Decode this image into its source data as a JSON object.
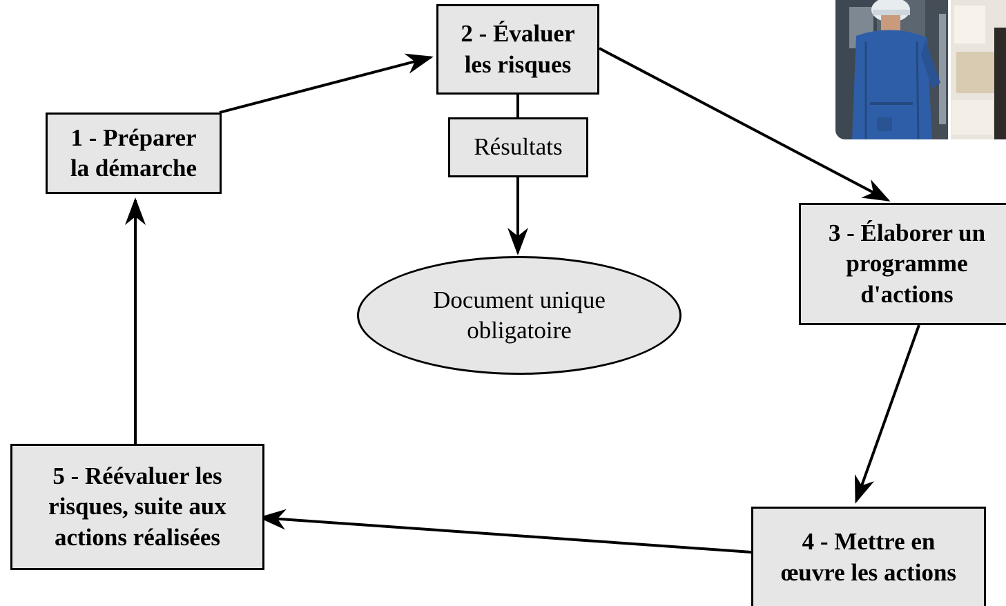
{
  "diagram": {
    "nodes": {
      "step1": "1 - Préparer\nla démarche",
      "step2": "2 - Évaluer\nles risques",
      "results": "Résultats",
      "document": "Document unique\nobligatoire",
      "step3": "3 - Élaborer un\nprogramme\nd'actions",
      "step4": "4 - Mettre en\nœuvre les actions",
      "step5": "5 - Réévaluer les\nrisques, suite aux\nactions réalisées"
    },
    "edges": [
      {
        "from": "step1",
        "to": "step2"
      },
      {
        "from": "step2",
        "to": "results"
      },
      {
        "from": "results",
        "to": "document"
      },
      {
        "from": "step2",
        "to": "step3"
      },
      {
        "from": "step3",
        "to": "step4"
      },
      {
        "from": "step4",
        "to": "step5"
      },
      {
        "from": "step5",
        "to": "step1"
      }
    ],
    "colors": {
      "node_fill": "#e6e6e6",
      "stroke": "#000000"
    }
  },
  "photo": {
    "subject": "worker-in-blue-coveralls-and-hard-hat-photo"
  }
}
